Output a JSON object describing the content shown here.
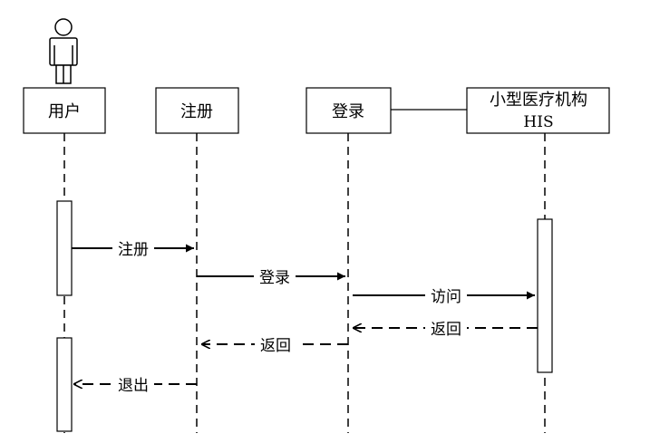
{
  "diagram": {
    "type": "sequence",
    "actor_icon": "user-figure-icon",
    "lifelines": [
      {
        "id": "user",
        "label": "用户"
      },
      {
        "id": "register",
        "label": "注册"
      },
      {
        "id": "login",
        "label": "登录"
      },
      {
        "id": "his",
        "label": "小型医疗机构",
        "label2": "HIS"
      }
    ],
    "messages": [
      {
        "from": "user",
        "to": "register",
        "label": "注册",
        "style": "solid"
      },
      {
        "from": "register",
        "to": "login",
        "label": "登录",
        "style": "solid"
      },
      {
        "from": "login",
        "to": "his",
        "label": "访问",
        "style": "solid"
      },
      {
        "from": "his",
        "to": "login",
        "label": "返回",
        "style": "dashed"
      },
      {
        "from": "login",
        "to": "register",
        "label": "返回",
        "style": "dashed"
      },
      {
        "from": "register",
        "to": "user",
        "label": "退出",
        "style": "dashed"
      }
    ]
  }
}
